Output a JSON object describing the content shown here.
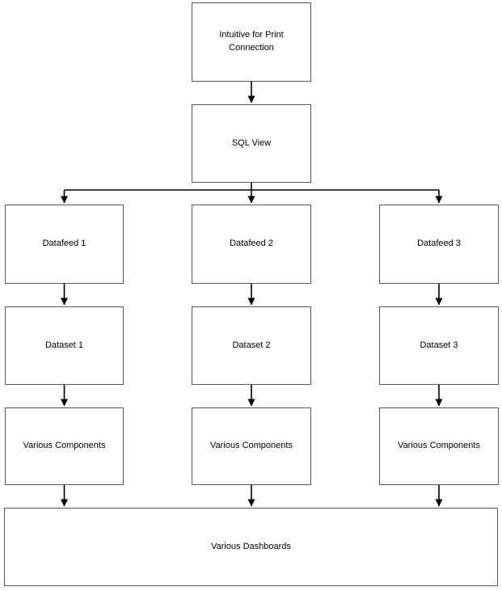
{
  "diagram": {
    "type": "flowchart",
    "nodes": {
      "intuitive": {
        "label": "Intuitive for Print Connection"
      },
      "sql_view": {
        "label": "SQL View"
      },
      "datafeed_1": {
        "label": "Datafeed 1"
      },
      "datafeed_2": {
        "label": "Datafeed 2"
      },
      "datafeed_3": {
        "label": "Datafeed 3"
      },
      "dataset_1": {
        "label": "Dataset 1"
      },
      "dataset_2": {
        "label": "Dataset 2"
      },
      "dataset_3": {
        "label": "Dataset 3"
      },
      "components_1": {
        "label": "Various Components"
      },
      "components_2": {
        "label": "Various Components"
      },
      "components_3": {
        "label": "Various Components"
      },
      "dashboards": {
        "label": "Various Dashboards"
      }
    },
    "edges": [
      {
        "from": "intuitive",
        "to": "sql_view"
      },
      {
        "from": "sql_view",
        "to": "datafeed_1"
      },
      {
        "from": "sql_view",
        "to": "datafeed_2"
      },
      {
        "from": "sql_view",
        "to": "datafeed_3"
      },
      {
        "from": "datafeed_1",
        "to": "dataset_1"
      },
      {
        "from": "datafeed_2",
        "to": "dataset_2"
      },
      {
        "from": "datafeed_3",
        "to": "dataset_3"
      },
      {
        "from": "dataset_1",
        "to": "components_1"
      },
      {
        "from": "dataset_2",
        "to": "components_2"
      },
      {
        "from": "dataset_3",
        "to": "components_3"
      },
      {
        "from": "components_1",
        "to": "dashboards"
      },
      {
        "from": "components_2",
        "to": "dashboards"
      },
      {
        "from": "components_3",
        "to": "dashboards"
      }
    ],
    "colors": {
      "background": "#ffffff",
      "box_fill": "#ffffff",
      "box_border": "#595959",
      "connector": "#000000",
      "text": "#000000"
    }
  }
}
